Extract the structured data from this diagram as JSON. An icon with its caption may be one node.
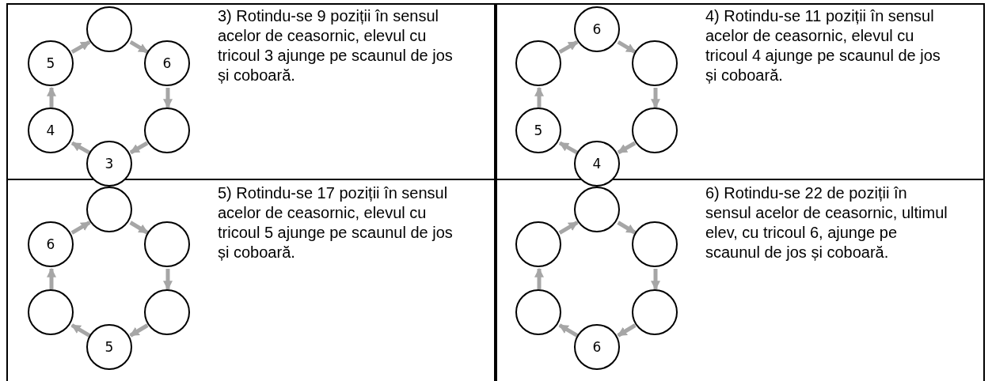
{
  "diagram": {
    "nodes": [
      {
        "text": [
          "3) Rotindu-se 9 poziții în sensul acelor de ceasornic, elevul cu tricoul 3 ajunge pe scaunul de jos și coboară."
        ]
      },
      {
        "text": [],
        "shape": "circle",
        "in": 0
      },
      {
        "text": [
          "5"
        ],
        "in": 0
      },
      {
        "text": [
          "6"
        ],
        "in": 0
      },
      {
        "text": [
          "4"
        ],
        "in": 0
      },
      {
        "text": [],
        "shape": "circle",
        "in": 0
      },
      {
        "text": [
          "3"
        ],
        "in": 0
      },
      {
        "text": [
          "4) Rotindu-se 11 poziții în sensul acelor de ceasornic, elevul cu tricoul 4 ajunge pe scaunul de jos și coboară."
        ]
      },
      {
        "text": [
          "6"
        ],
        "in": 7
      },
      {
        "text": [],
        "shape": "circle",
        "in": 7
      },
      {
        "text": [],
        "shape": "circle",
        "in": 7
      },
      {
        "text": [
          "5"
        ],
        "in": 7
      },
      {
        "text": [],
        "shape": "circle",
        "in": 7
      },
      {
        "text": [
          "4"
        ],
        "in": 7
      },
      {
        "text": [
          "5) Rotindu-se 17 poziții în sensul acelor de ceasornic, elevul cu tricoul 5 ajunge pe scaunul de jos și coboară."
        ]
      },
      {
        "text": [],
        "shape": "circle",
        "in": 14
      },
      {
        "text": [
          "6"
        ],
        "in": 14
      },
      {
        "text": [],
        "shape": "circle",
        "in": 14
      },
      {
        "text": [],
        "shape": "circle",
        "in": 14
      },
      {
        "text": [],
        "shape": "circle",
        "in": 14
      },
      {
        "text": [
          "5"
        ],
        "in": 14
      },
      {
        "text": [
          "6) Rotindu-se 22 de poziții în sensul acelor de ceasornic, ultimul elev, cu tricoul 6, ajunge pe scaunul de jos și coboară."
        ]
      },
      {
        "text": [],
        "shape": "circle",
        "in": 21
      },
      {
        "text": [],
        "shape": "circle",
        "in": 21
      },
      {
        "text": [],
        "shape": "circle",
        "in": 21
      },
      {
        "text": [],
        "shape": "circle",
        "in": 21
      },
      {
        "text": [],
        "shape": "circle",
        "in": 21
      },
      {
        "text": [
          "6"
        ],
        "in": 21
      }
    ],
    "edges": [
      {
        "from": 1,
        "to": 3,
        "arrow": "to"
      },
      {
        "from": 3,
        "to": 5,
        "arrow": "to"
      },
      {
        "from": 5,
        "to": 6,
        "arrow": "to"
      },
      {
        "from": 6,
        "to": 4,
        "arrow": "to"
      },
      {
        "from": 4,
        "to": 2,
        "arrow": "to"
      },
      {
        "from": 2,
        "to": 1,
        "arrow": "to"
      },
      {
        "from": 8,
        "to": 10,
        "arrow": "to"
      },
      {
        "from": 10,
        "to": 12,
        "arrow": "to"
      },
      {
        "from": 12,
        "to": 13,
        "arrow": "to"
      },
      {
        "from": 13,
        "to": 11,
        "arrow": "to"
      },
      {
        "from": 11,
        "to": 9,
        "arrow": "to"
      },
      {
        "from": 9,
        "to": 8,
        "arrow": "to"
      },
      {
        "from": 15,
        "to": 17,
        "arrow": "to"
      },
      {
        "from": 17,
        "to": 19,
        "arrow": "to"
      },
      {
        "from": 19,
        "to": 20,
        "arrow": "to"
      },
      {
        "from": 20,
        "to": 18,
        "arrow": "to"
      },
      {
        "from": 18,
        "to": 16,
        "arrow": "to"
      },
      {
        "from": 16,
        "to": 15,
        "arrow": "to"
      },
      {
        "from": 22,
        "to": 24,
        "arrow": "to"
      },
      {
        "from": 24,
        "to": 26,
        "arrow": "to"
      },
      {
        "from": 26,
        "to": 27,
        "arrow": "to"
      },
      {
        "from": 27,
        "to": 25,
        "arrow": "to"
      },
      {
        "from": 25,
        "to": 23,
        "arrow": "to"
      },
      {
        "from": 23,
        "to": 22,
        "arrow": "to"
      }
    ]
  }
}
